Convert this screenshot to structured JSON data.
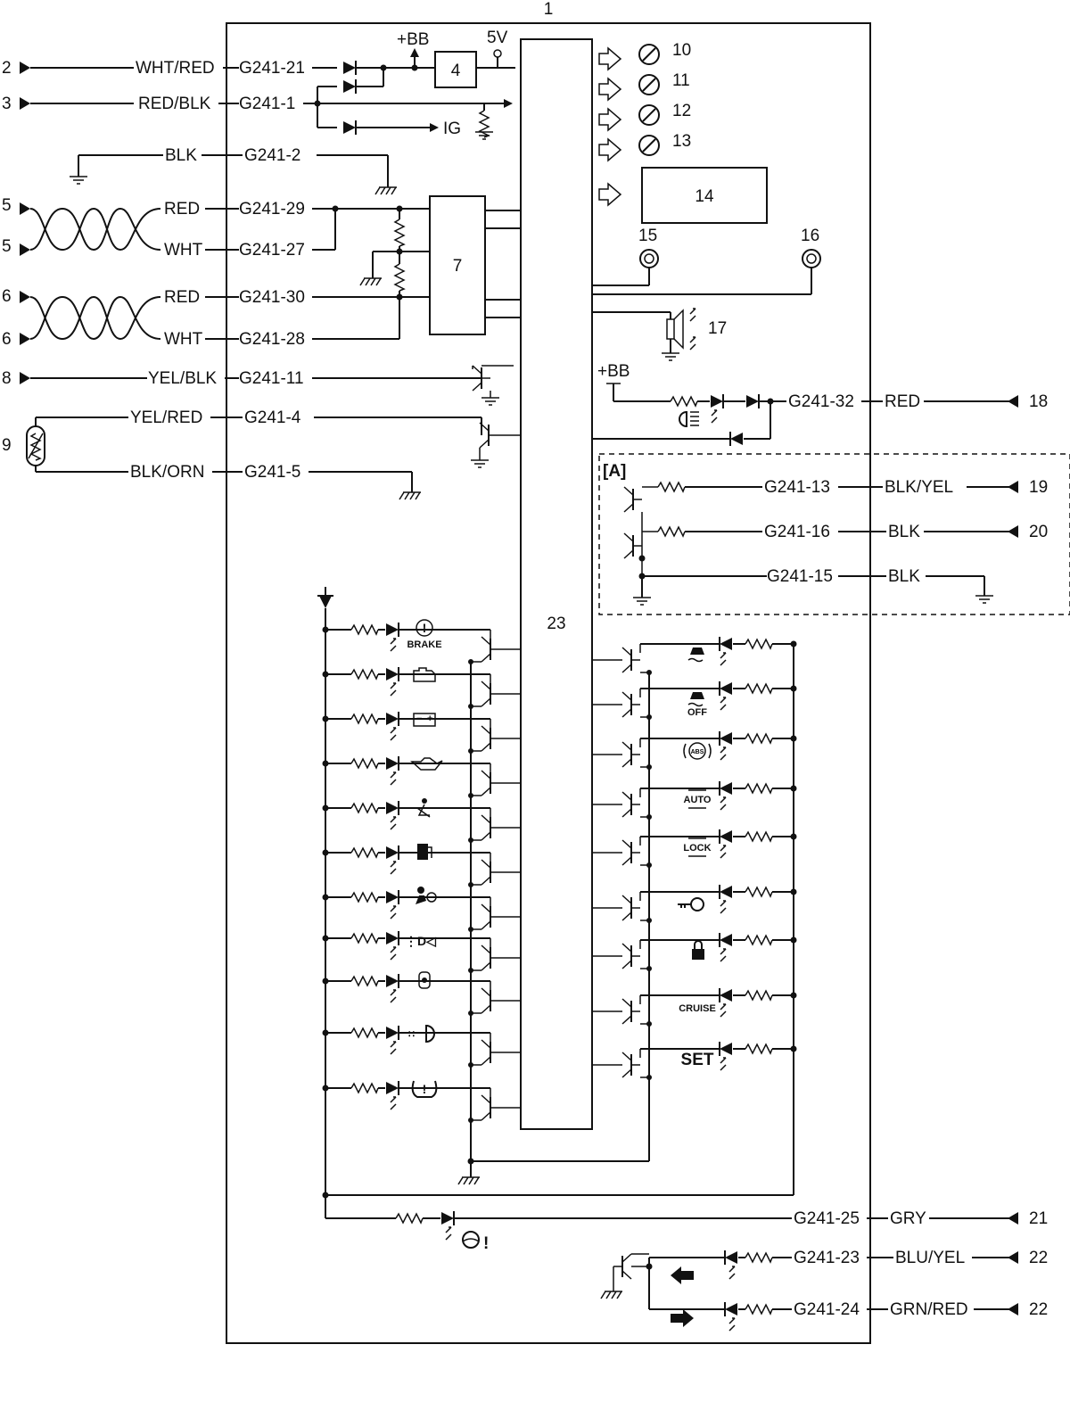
{
  "component_number": "1",
  "module_4": "4",
  "module_7": "7",
  "module_14": "14",
  "module_23": "23",
  "group_a_label": "[A]",
  "supply": {
    "bb": "+BB",
    "v5": "5V",
    "ig": "IG",
    "bb2": "+BB"
  },
  "left_connections": [
    {
      "num": "2",
      "wire": "WHT/RED",
      "pin": "G241-21"
    },
    {
      "num": "3",
      "wire": "RED/BLK",
      "pin": "G241-1"
    },
    {
      "num": "",
      "wire": "BLK",
      "pin": "G241-2"
    },
    {
      "num": "5",
      "wire": "RED",
      "pin": "G241-29"
    },
    {
      "num": "5",
      "wire": "WHT",
      "pin": "G241-27"
    },
    {
      "num": "6",
      "wire": "RED",
      "pin": "G241-30"
    },
    {
      "num": "6",
      "wire": "WHT",
      "pin": "G241-28"
    },
    {
      "num": "8",
      "wire": "YEL/BLK",
      "pin": "G241-11"
    },
    {
      "num": "9",
      "wire": "YEL/RED",
      "pin": "G241-4"
    },
    {
      "num": "",
      "wire": "BLK/ORN",
      "pin": "G241-5"
    }
  ],
  "right_connections": [
    {
      "num": "18",
      "wire": "RED",
      "pin": "G241-32"
    },
    {
      "num": "19",
      "wire": "BLK/YEL",
      "pin": "G241-13"
    },
    {
      "num": "20",
      "wire": "BLK",
      "pin": "G241-16"
    },
    {
      "num": "",
      "wire": "BLK",
      "pin": "G241-15"
    },
    {
      "num": "21",
      "wire": "GRY",
      "pin": "G241-25"
    },
    {
      "num": "22",
      "wire": "BLU/YEL",
      "pin": "G241-23"
    },
    {
      "num": "22",
      "wire": "GRN/RED",
      "pin": "G241-24"
    }
  ],
  "gauges": [
    "10",
    "11",
    "12",
    "13"
  ],
  "indicators": [
    "15",
    "16"
  ],
  "buzzer": "17",
  "left_warnings": [
    "brake-warning-icon",
    "check-engine-icon",
    "battery-icon",
    "oil-pressure-icon",
    "seatbelt-icon",
    "fuel-icon",
    "airbag-icon",
    "position-lamp-icon",
    "door-ajar-icon",
    "high-beam-icon",
    "tire-pressure-icon"
  ],
  "brake_text": "BRAKE",
  "right_indicators": [
    {
      "icon": "stability-control-icon",
      "text": ""
    },
    {
      "icon": "stability-off-icon",
      "text": "OFF"
    },
    {
      "icon": "abs-icon",
      "text": "ABS"
    },
    {
      "icon": "4wd-auto-icon",
      "text": "AUTO"
    },
    {
      "icon": "4wd-lock-icon",
      "text": "LOCK"
    },
    {
      "icon": "immobilizer-key-icon",
      "text": ""
    },
    {
      "icon": "security-lock-icon",
      "text": ""
    },
    {
      "icon": "cruise-icon",
      "text": "CRUISE"
    },
    {
      "icon": "set-icon",
      "text": "SET"
    }
  ],
  "power_steering_icon": "steering-warning-icon",
  "turn_icons": [
    "turn-left-icon",
    "turn-right-icon"
  ]
}
